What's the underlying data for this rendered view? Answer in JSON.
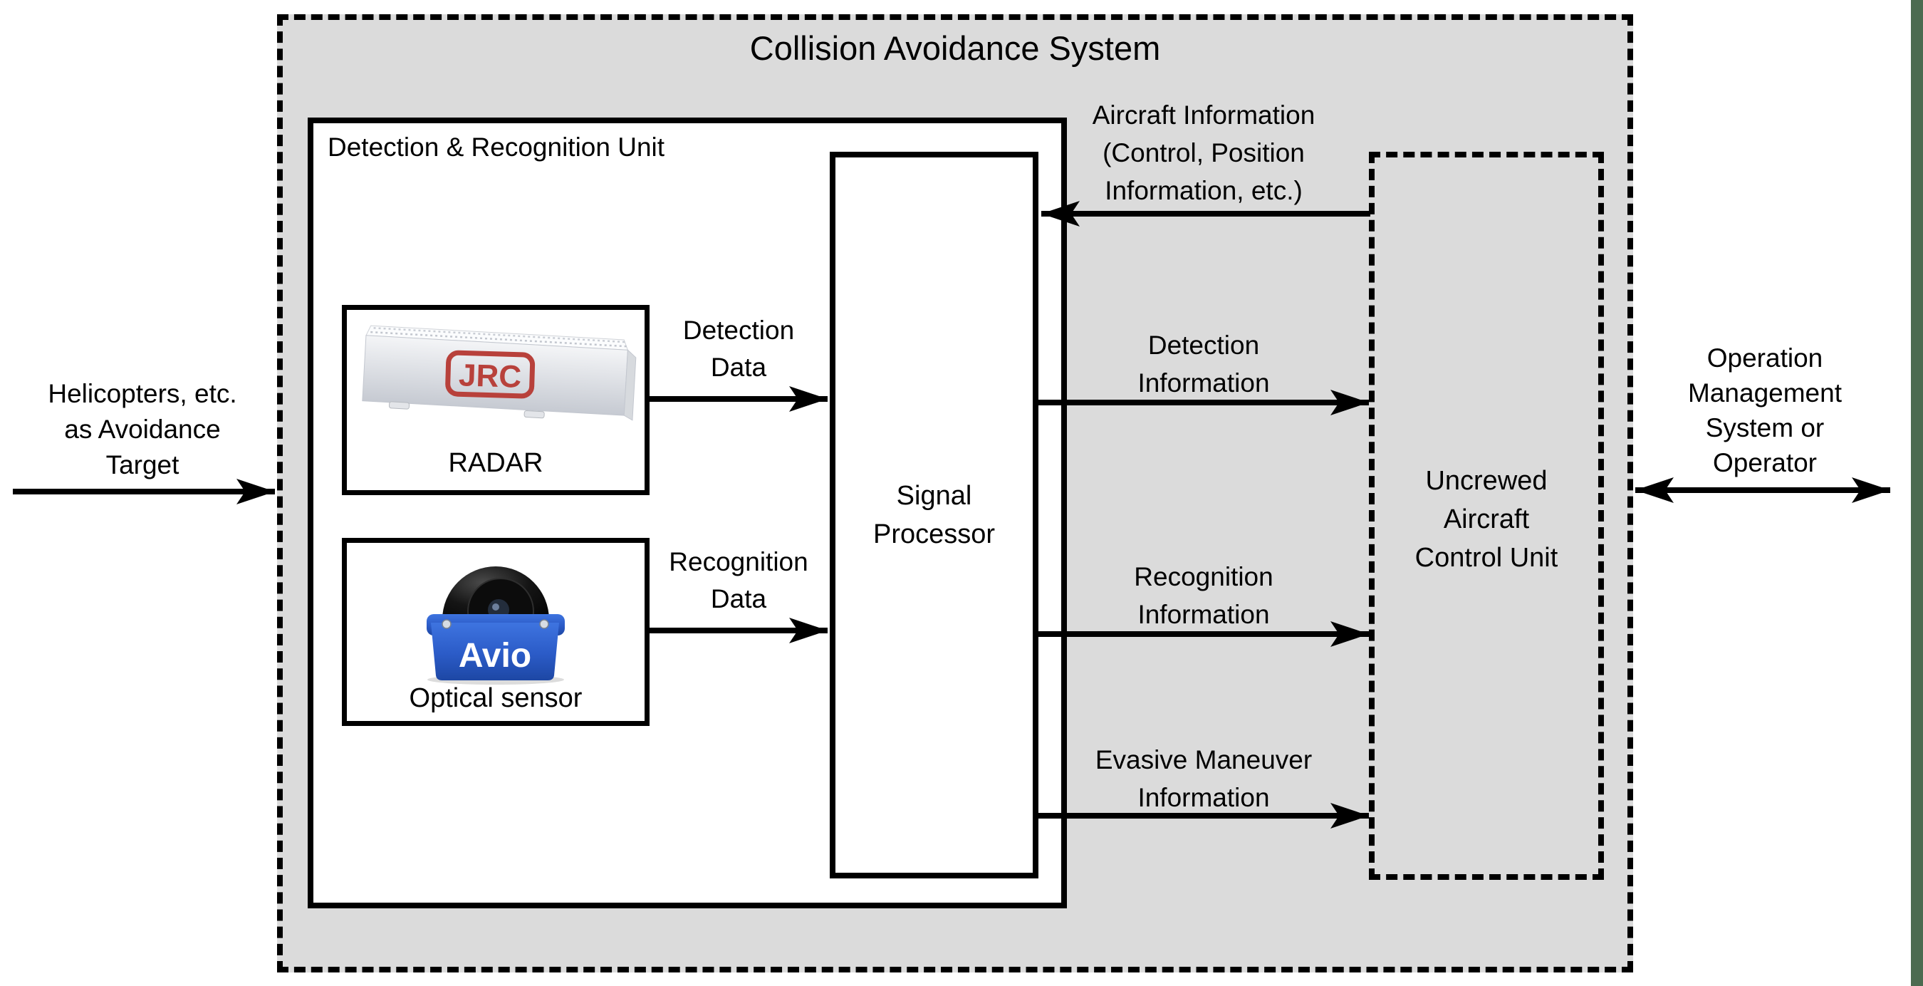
{
  "title": "Collision Avoidance System",
  "colors": {
    "panel_gray": "#DBDBDB",
    "line_black": "#000000",
    "edge_green": "#4C6B50",
    "jrc_red": "#B8413B",
    "avio_blue": "#2B5BC7"
  },
  "left_external": {
    "lines": [
      "Helicopters, etc.",
      "as Avoidance",
      "Target"
    ]
  },
  "right_external": {
    "lines": [
      "Operation",
      "Management",
      "System or",
      "Operator"
    ]
  },
  "detection_recognition_unit": {
    "label": "Detection & Recognition Unit",
    "radar": {
      "caption": "RADAR",
      "logo_text": "JRC"
    },
    "optical_sensor": {
      "caption": "Optical sensor",
      "logo_text": "Avio"
    },
    "signal_processor": {
      "lines": [
        "Signal",
        "Processor"
      ]
    }
  },
  "uncrewed_unit": {
    "lines": [
      "Uncrewed",
      "Aircraft",
      "Control Unit"
    ]
  },
  "flows": {
    "aircraft_information": {
      "lines": [
        "Aircraft Information",
        "(Control, Position",
        "Information, etc.)"
      ]
    },
    "detection_data": {
      "lines": [
        "Detection",
        "Data"
      ]
    },
    "recognition_data": {
      "lines": [
        "Recognition",
        "Data"
      ]
    },
    "detection_information": {
      "lines": [
        "Detection",
        "Information"
      ]
    },
    "recognition_information": {
      "lines": [
        "Recognition",
        "Information"
      ]
    },
    "evasive_maneuver_information": {
      "lines": [
        "Evasive Maneuver",
        "Information"
      ]
    }
  }
}
